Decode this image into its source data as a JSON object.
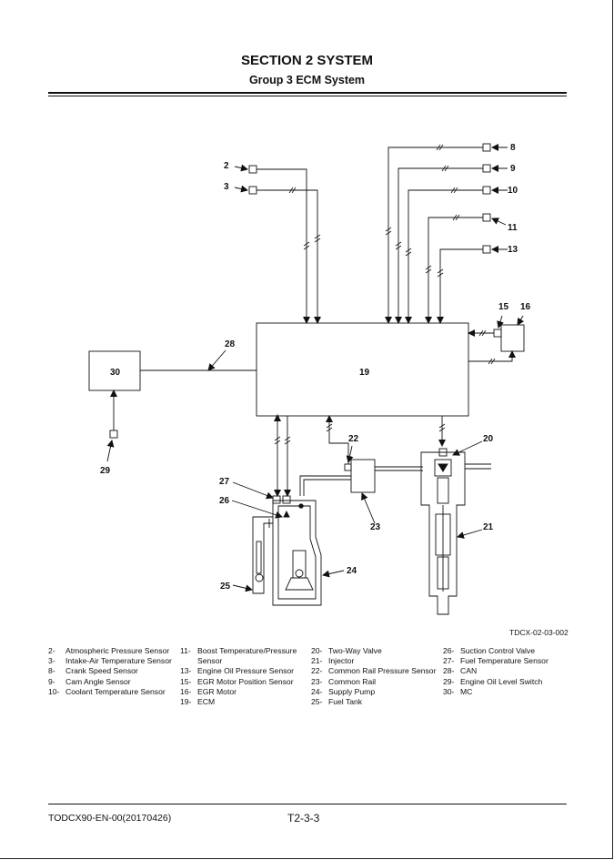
{
  "header": {
    "section": "SECTION 2 SYSTEM",
    "group": "Group 3 ECM System"
  },
  "diagram": {
    "figure_id": "TDCX-02-03-002",
    "labels": {
      "l2": "2",
      "l3": "3",
      "l8": "8",
      "l9": "9",
      "l10": "10",
      "l11": "11",
      "l13": "13",
      "l15": "15",
      "l16": "16",
      "l19": "19",
      "l20": "20",
      "l21": "21",
      "l22": "22",
      "l23": "23",
      "l24": "24",
      "l25": "25",
      "l26": "26",
      "l27": "27",
      "l28": "28",
      "l29": "29",
      "l30": "30"
    }
  },
  "legend": {
    "col1": [
      {
        "n": "2-",
        "t": "Atmospheric Pressure Sensor"
      },
      {
        "n": "3-",
        "t": "Intake-Air Temperature Sensor"
      },
      {
        "n": "8-",
        "t": "Crank Speed Sensor"
      },
      {
        "n": "9-",
        "t": "Cam Angle Sensor"
      },
      {
        "n": "10-",
        "t": "Coolant Temperature Sensor"
      }
    ],
    "col2": [
      {
        "n": "11-",
        "t": "Boost Temperature/Pressure"
      },
      {
        "n": "",
        "t": "Sensor"
      },
      {
        "n": "13-",
        "t": "Engine Oil Pressure Sensor"
      },
      {
        "n": "15-",
        "t": "EGR Motor Position Sensor"
      },
      {
        "n": "16-",
        "t": "EGR Motor"
      },
      {
        "n": "19-",
        "t": "ECM"
      }
    ],
    "col3": [
      {
        "n": "20-",
        "t": "Two-Way Valve"
      },
      {
        "n": "21-",
        "t": "Injector"
      },
      {
        "n": "22-",
        "t": "Common Rail Pressure Sensor"
      },
      {
        "n": "23-",
        "t": "Common Rail"
      },
      {
        "n": "24-",
        "t": "Supply Pump"
      },
      {
        "n": "25-",
        "t": "Fuel Tank"
      }
    ],
    "col4": [
      {
        "n": "26-",
        "t": "Suction Control Valve"
      },
      {
        "n": "27-",
        "t": "Fuel Temperature Sensor"
      },
      {
        "n": "28-",
        "t": "CAN"
      },
      {
        "n": "29-",
        "t": "Engine Oil Level Switch"
      },
      {
        "n": "30-",
        "t": "MC"
      }
    ]
  },
  "footer": {
    "doc_code": "TODCX90-EN-00(20170426)",
    "page": "T2-3-3"
  }
}
